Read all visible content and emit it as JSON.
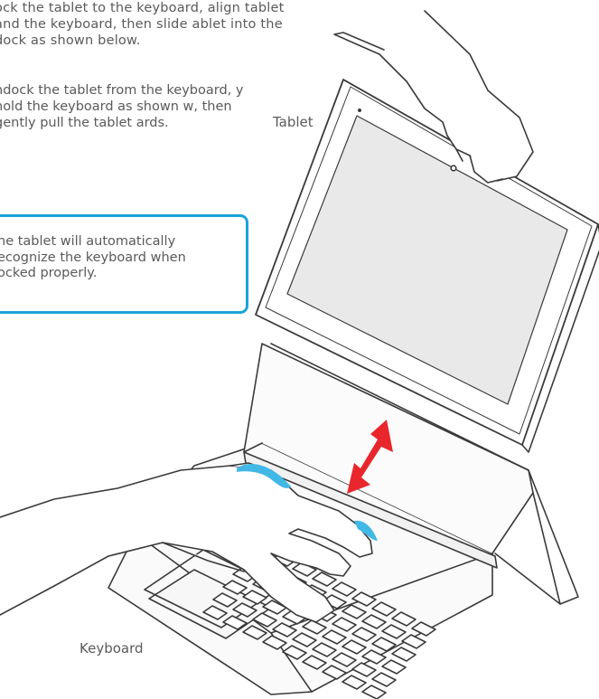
{
  "instructions": {
    "paragraph_1": "ock the tablet to the keyboard, align tablet and the keyboard, then slide ablet into the dock as shown below.",
    "paragraph_2": "ndock the tablet from the keyboard, y hold the keyboard as shown w, then gently pull the tablet ards."
  },
  "note": {
    "text": "he tablet will automatically ecognize the keyboard when ocked properly.",
    "border_color": "#1aa3d9"
  },
  "labels": {
    "tablet": "Tablet",
    "keyboard": "Keyboard"
  },
  "colors": {
    "arrow": "#e8262c",
    "finger_highlight": "#41b8e6",
    "line": "#3a3a3a",
    "screen": "#e9e9e9"
  }
}
